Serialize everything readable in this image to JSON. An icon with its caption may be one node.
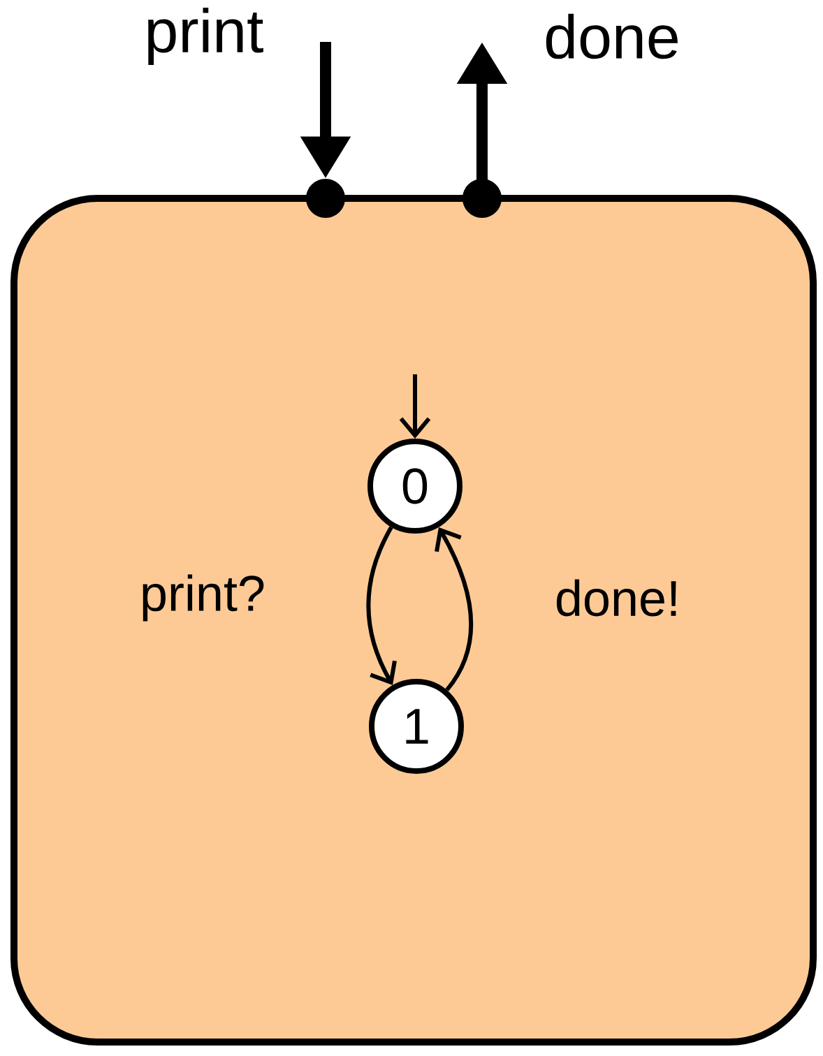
{
  "diagram": {
    "nodes": [
      {
        "text": [],
        "shape": "box"
      },
      {
        "text": [],
        "shape": "circle",
        "beside": [
          "print"
        ]
      },
      {
        "text": [],
        "shape": "circle",
        "beside": [
          "done"
        ]
      },
      {
        "text": [
          "0"
        ],
        "in": 0
      },
      {
        "text": [
          "1"
        ],
        "in": 0
      }
    ],
    "edges": [
      {
        "from": null,
        "to": 1,
        "arrow": "to",
        "style": "thick"
      },
      {
        "from": 2,
        "to": null,
        "arrow": "to",
        "style": "thick"
      },
      {
        "from": null,
        "to": 3,
        "arrow": "to"
      },
      {
        "from": 3,
        "to": 4,
        "arrow": "to",
        "label": "print?"
      },
      {
        "from": 4,
        "to": 3,
        "arrow": "to",
        "label": "done!"
      }
    ]
  }
}
